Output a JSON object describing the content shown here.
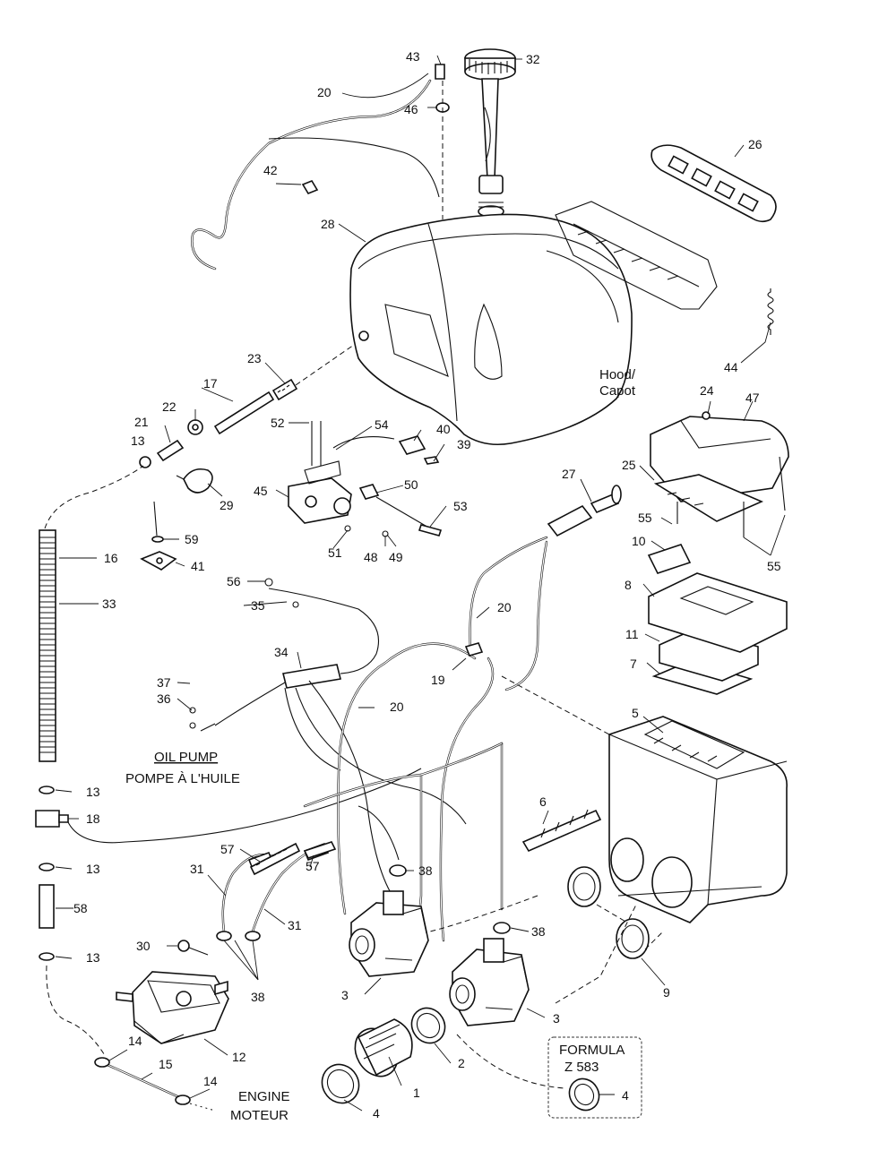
{
  "callouts": {
    "c1": "1",
    "c2": "2",
    "c3a": "3",
    "c3b": "3",
    "c4a": "4",
    "c4b": "4",
    "c5": "5",
    "c6": "6",
    "c7": "7",
    "c8": "8",
    "c9": "9",
    "c10": "10",
    "c11": "11",
    "c12": "12",
    "c13a": "13",
    "c13b": "13",
    "c13c": "13",
    "c13d": "13",
    "c14a": "14",
    "c14b": "14",
    "c15": "15",
    "c16": "16",
    "c17": "17",
    "c18": "18",
    "c19": "19",
    "c20a": "20",
    "c20b": "20",
    "c20c": "20",
    "c21": "21",
    "c22": "22",
    "c23": "23",
    "c24": "24",
    "c25": "25",
    "c26": "26",
    "c27": "27",
    "c28": "28",
    "c29": "29",
    "c30": "30",
    "c31a": "31",
    "c31b": "31",
    "c32": "32",
    "c33": "33",
    "c34": "34",
    "c35": "35",
    "c36": "36",
    "c37": "37",
    "c38a": "38",
    "c38b": "38",
    "c38c": "38",
    "c39": "39",
    "c40": "40",
    "c41": "41",
    "c42": "42",
    "c43": "43",
    "c44": "44",
    "c45": "45",
    "c46": "46",
    "c47": "47",
    "c48": "48",
    "c49": "49",
    "c50": "50",
    "c51": "51",
    "c52": "52",
    "c53": "53",
    "c54": "54",
    "c55a": "55",
    "c55b": "55",
    "c56": "56",
    "c57a": "57",
    "c57b": "57",
    "c58": "58",
    "c59": "59"
  },
  "labels": {
    "hood_en": "Hood/",
    "hood_fr": "Capot",
    "oil_pump_en": "OIL PUMP",
    "oil_pump_fr": "POMPE À L'HUILE",
    "engine_en": "ENGINE",
    "engine_fr": "MOTEUR",
    "formula_line1": "FORMULA",
    "formula_line2": "Z 583"
  }
}
